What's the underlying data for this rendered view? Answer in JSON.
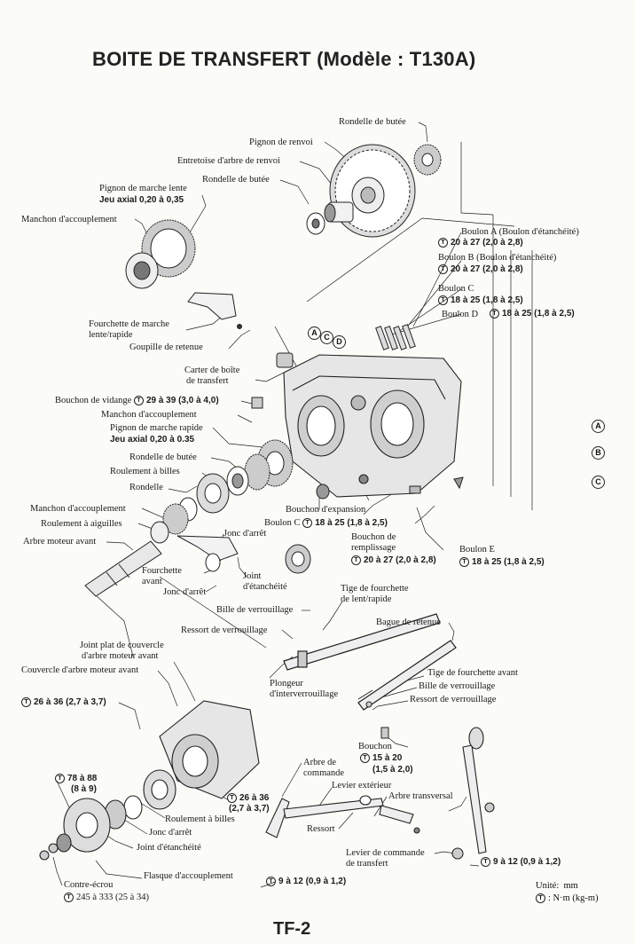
{
  "title": "BOITE DE TRANSFERT (Modèle : T130A)",
  "page_number": "TF-2",
  "torque_symbol": "T",
  "reference_letters": [
    "A",
    "B",
    "C"
  ],
  "labels": {
    "rondelle_butee_top": "Rondelle de butée",
    "pignon_renvoi": "Pignon de renvoi",
    "entretoise_renvoi": "Entretoise d'arbre de renvoi",
    "rondelle_butee_2": "Rondelle de butée",
    "pignon_marche_lente": "Pignon de marche lente",
    "jeu_axial_lente": "Jeu axial  0,20 à 0,35",
    "manchon_accouplement_1": "Manchon d'accouplement",
    "boulon_a": "Boulon A (Boulon d'étanchéité)",
    "boulon_a_torque": "20 à 27 (2,0 à 2,8)",
    "boulon_b": "Boulon B (Boulon d'étanchéité)",
    "boulon_b_torque": "20 à 27 (2,0 à 2,8)",
    "boulon_c": "Boulon C",
    "boulon_c_torque": "18 à 25 (1,8 à 2,5)",
    "boulon_d": "Boulon D",
    "boulon_d_torque": "18 à 25 (1,8 à 2,5)",
    "fourchette_marche": "Fourchette de marche",
    "lente_rapide": "lente/rapide",
    "goupille_retenue": "Goupille de retenue",
    "carter_boite": "Carter de boîte",
    "de_transfert": "de transfert",
    "bouchon_vidange": "Bouchon de vidange",
    "bouchon_vidange_torque": "29 à 39 (3,0 à 4,0)",
    "manchon_accouplement_2": "Manchon d'accouplement",
    "pignon_marche_rapide": "Pignon de marche rapide",
    "jeu_axial_rapide": "Jeu axial  0,20 à 0.35",
    "rondelle_butee_3": "Rondelle de butée",
    "roulement_billes_1": "Roulement à billes",
    "rondelle": "Rondelle",
    "manchon_accouplement_3": "Manchon d'accouplement",
    "roulement_aiguilles": "Roulement à aiguilles",
    "arbre_moteur_avant": "Arbre moteur avant",
    "bouchon_expansion": "Bouchon d'expansion",
    "boulon_c_2": "Boulon C",
    "boulon_c_2_torque": "18 à 25 (1,8 à 2,5)",
    "jonc_arret_1": "Jonc d'arrêt",
    "bouchon_de": "Bouchon de",
    "remplissage": "remplissage",
    "remplissage_torque": "20 à 27 (2,0 à 2,8)",
    "boulon_e": "Boulon E",
    "boulon_e_torque": "18 à 25 (1,8 à 2,5)",
    "fourchette": "Fourchette",
    "avant": "avant",
    "jonc_arret_2": "Jonc d'arrêt",
    "joint": "Joint",
    "d_etancheite": "d'étanchéité",
    "tige_fourchette": "Tige de fourchette",
    "de_lent_rapide": "de lent/rapide",
    "bille_verrouillage_1": "Bille de verrouillage",
    "bague_retenue": "Bague de retenue",
    "ressort_verrouillage_1": "Ressort de verrouillage",
    "joint_plat": "Joint plat de couvercle",
    "arbre_moteur_avant_2": "d'arbre moteur avant",
    "couvercle_arbre": "Couvercle d'arbre moteur avant",
    "plongeur": "Plongeur",
    "interverrouillage": "d'interverrouillage",
    "tige_fourchette_avant": "Tige de fourchette avant",
    "bille_verrouillage_2": "Bille de verrouillage",
    "ressort_verrouillage_2": "Ressort de verrouillage",
    "couvercle_torque": "26 à 36 (2,7 à 3,7)",
    "bouchon": "Bouchon",
    "bouchon_torque_1": "15 à 20",
    "bouchon_torque_2": "(1,5 à 2,0)",
    "arbre_de": "Arbre de",
    "commande": "commande",
    "levier_exterieur": "Levier extérieur",
    "arbre_transversal": "Arbre transversal",
    "torque_78_1": "78 à 88",
    "torque_78_2": "(8 à 9)",
    "torque_26_1": "26 à 36",
    "torque_26_2": "(2,7 à 3,7)",
    "roulement_billes_2": "Roulement à billes",
    "jonc_arret_3": "Jonc d'arrêt",
    "joint_etancheite_2": "Joint d'étanchéité",
    "ressort": "Ressort",
    "levier_commande": "Levier de commande",
    "levier_transfert": "de transfert",
    "torque_9_right": "9 à 12 (0,9 à 1,2)",
    "flasque": "Flasque d'accouplement",
    "torque_9_bottom": "9 à 12 (0,9 à 1,2)",
    "contre_ecrou": "Contre-écrou",
    "contre_ecrou_torque": "245 à 333 (25 à 34)",
    "unite_label": "Unité:",
    "unite_value": "mm",
    "unite_torque": ": N·m (kg-m)"
  }
}
